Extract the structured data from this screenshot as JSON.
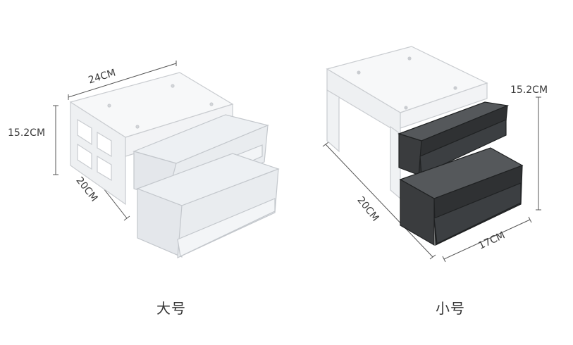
{
  "products": [
    {
      "caption": "大号",
      "width": "24CM",
      "height": "15.2CM",
      "depth": "20CM",
      "drawer_color": "#e9ecef"
    },
    {
      "caption": "小号",
      "height": "15.2CM",
      "depth": "20CM",
      "drawer_width": "17CM",
      "drawer_color": "#2f3133"
    }
  ],
  "colors": {
    "frame": "#f4f5f6",
    "frame_edge": "#c9ccd0",
    "dimension_line": "#555555"
  }
}
